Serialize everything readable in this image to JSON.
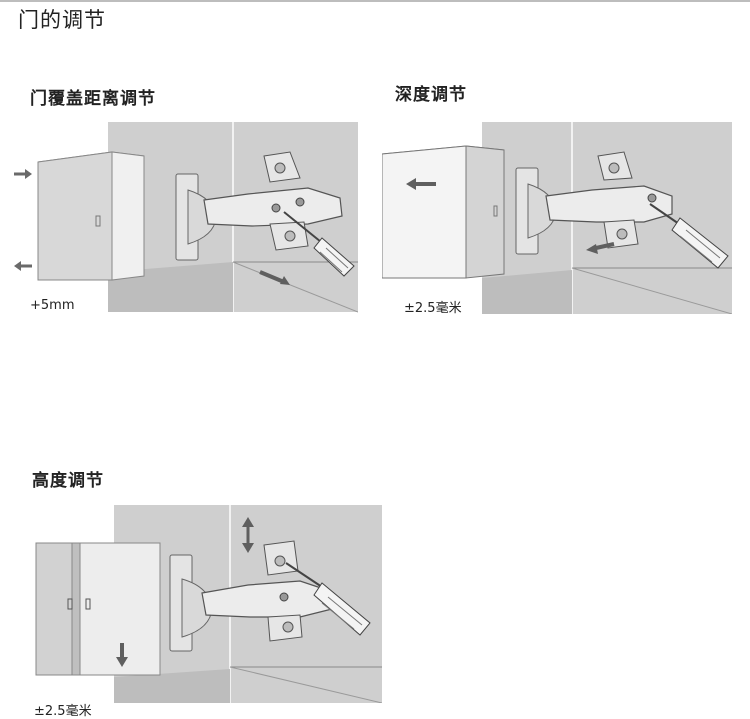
{
  "page": {
    "title": "门的调节"
  },
  "sections": [
    {
      "title": "门覆盖距离调节",
      "caption": "+5mm"
    },
    {
      "title": "深度调节",
      "caption": "±2.5毫米"
    },
    {
      "title": "高度调节",
      "caption": "±2.5毫米"
    }
  ],
  "colors": {
    "cabinet": "#c9c9c9",
    "door": "#d6d6d6",
    "hinge_metal": "#e8e8e8",
    "outline": "#555555",
    "arrow": "#5f5f5f"
  },
  "icons": [
    "hinge-illustration",
    "screwdriver-icon",
    "arrow-icon"
  ]
}
